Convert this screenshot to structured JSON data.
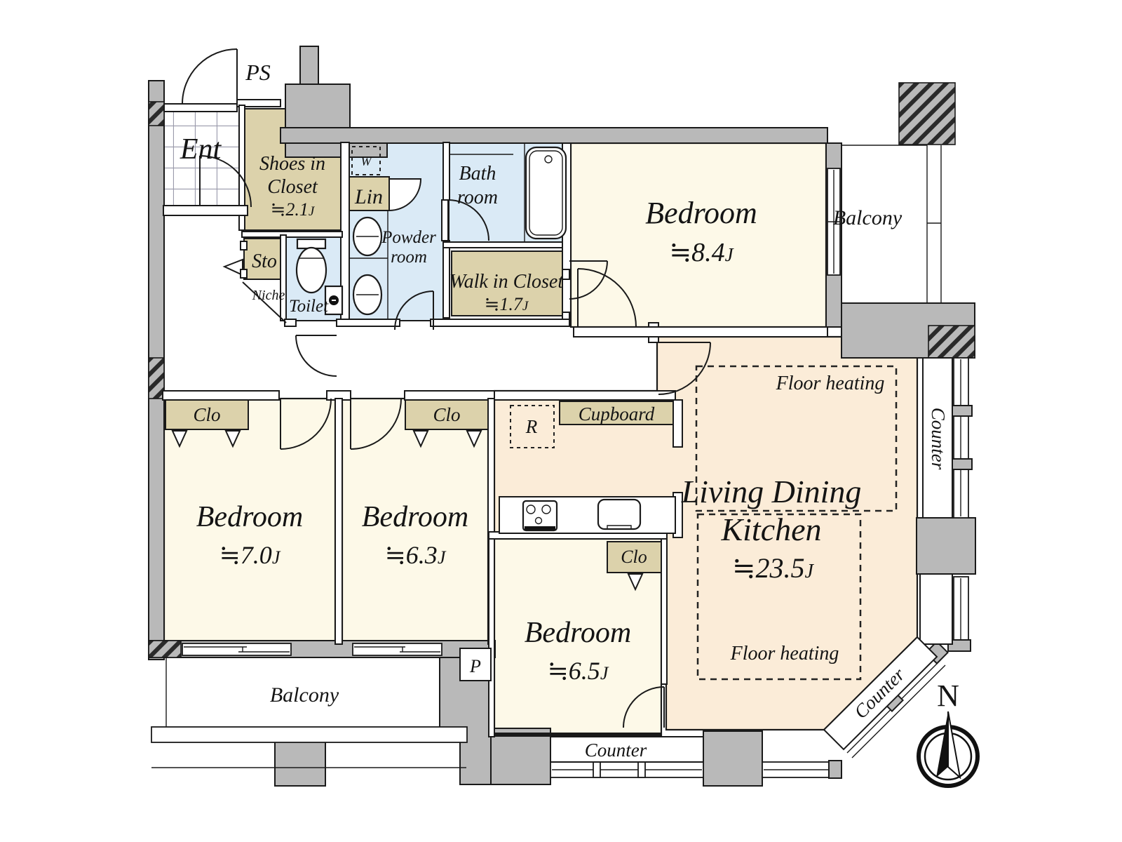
{
  "palette": {
    "wall_gray": "#b9b9b9",
    "room_cream": "#fdf9e8",
    "ldk_peach": "#fbecd8",
    "wet_blue": "#daeaf6",
    "storage_tan": "#dcd2ab",
    "outline": "#1a1a1a"
  },
  "compass": {
    "north": "N"
  },
  "rooms": {
    "entrance": {
      "name": "Ent"
    },
    "pipe_shaft": {
      "name": "PS"
    },
    "pipe": {
      "name": "P"
    },
    "shoes_closet": {
      "name_l1": "Shoes in",
      "name_l2": "Closet",
      "area": "≒2.1",
      "unit": "J"
    },
    "storage": {
      "name": "Sto"
    },
    "niche": {
      "name": "Niche"
    },
    "toilet": {
      "name": "Toilet"
    },
    "washer": {
      "name": "W"
    },
    "linen": {
      "name": "Lin"
    },
    "powder": {
      "name_l1": "Powder",
      "name_l2": "room"
    },
    "bath": {
      "name_l1": "Bath",
      "name_l2": "room"
    },
    "walk_in_closet": {
      "name": "Walk in Closet",
      "area": "≒1.7",
      "unit": "J"
    },
    "bedroom_main": {
      "name": "Bedroom",
      "area": "≒8.4",
      "unit": "J"
    },
    "bedroom_west": {
      "name": "Bedroom",
      "area": "≒7.0",
      "unit": "J"
    },
    "bedroom_center": {
      "name": "Bedroom",
      "area": "≒6.3",
      "unit": "J"
    },
    "bedroom_south": {
      "name": "Bedroom",
      "area": "≒6.5",
      "unit": "J"
    },
    "ldk": {
      "name_l1": "Living Dining",
      "name_l2": "Kitchen",
      "area": "≒23.5",
      "unit": "J",
      "floor_heating": "Floor heating"
    },
    "refrigerator": {
      "name": "R"
    },
    "cupboard": {
      "name": "Cupboard"
    },
    "closet": {
      "name": "Clo"
    },
    "balcony": {
      "name": "Balcony"
    },
    "counter": {
      "name": "Counter"
    }
  }
}
